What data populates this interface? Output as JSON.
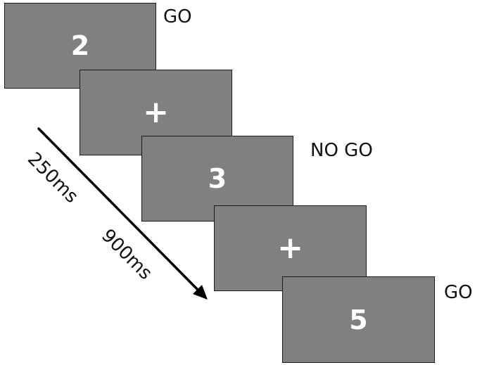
{
  "trials": [
    {
      "stimulus": "2",
      "response_label": "GO"
    },
    {
      "stimulus": "+",
      "response_label": ""
    },
    {
      "stimulus": "3",
      "response_label": "NO GO"
    },
    {
      "stimulus": "+",
      "response_label": ""
    },
    {
      "stimulus": "5",
      "response_label": "GO"
    }
  ],
  "timing": {
    "stimulus_duration": "250ms",
    "fixation_duration": "900ms"
  },
  "colors": {
    "screen_fill": "#808080",
    "screen_border": "#1a1a1a",
    "stimulus_text": "#ffffff",
    "label_text": "#111111",
    "arrow": "#000000"
  }
}
